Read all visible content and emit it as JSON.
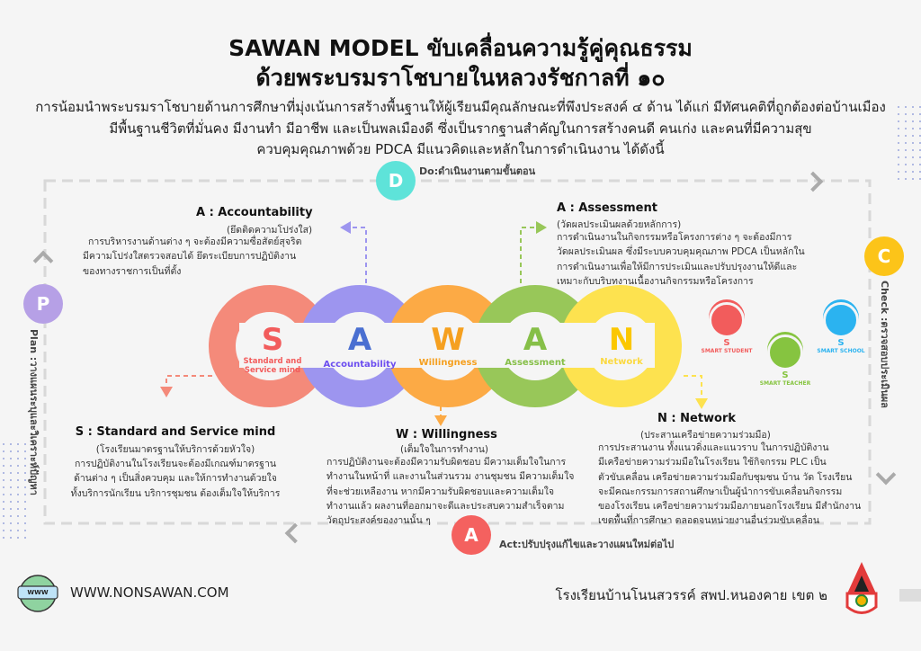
{
  "header": {
    "title_line1": "SAWAN MODEL ขับเคลื่อนความรู้คู่คุณธรรม",
    "title_line2": "ด้วยพระบรมราโชบายในหลวงรัชกาลที่ ๑๐",
    "intro": [
      "การน้อมนำพระบรมราโชบายด้านการศึกษาที่มุ่งเน้นการสร้างพื้นฐานให้ผู้เรียนมีคุณลักษณะที่พึงประสงค์ ๔ ด้าน ได้แก่ มีทัศนคติที่ถูกต้องต่อบ้านเมือง",
      "มีพื้นฐานชีวิตที่มั่นคง มีงานทำ มีอาชีพ และเป็นพลเมืองดี ซึ่งเป็นรากฐานสำคัญในการสร้างคนดี คนเก่ง และคนที่มีความสุข",
      "ควบคุมคุณภาพด้วย PDCA   มีแนวคิดและหลักในการดำเนินงาน ได้ดังนี้"
    ]
  },
  "pdca": {
    "plan": {
      "letter": "P",
      "label": "Plan :วางแผนระบุและวิเคราะห์ปัญหา",
      "color": "#b6a0e6"
    },
    "do": {
      "letter": "D",
      "label": "Do:ดำเนินงานตามขั้นตอน",
      "color": "#5ee3d9"
    },
    "check": {
      "letter": "C",
      "label": "Check :ตรวจสอบประเมินผล",
      "color": "#fcc419"
    },
    "act": {
      "letter": "A",
      "label": "Act:ปรับปรุงแก้ไขและวางแผนใหม่ต่อไป",
      "color": "#f4615f"
    }
  },
  "rings": [
    {
      "letter": "S",
      "label": "Standard and Service mind",
      "ring_color": "#f48a7a",
      "text_color": "#f25c5c"
    },
    {
      "letter": "A",
      "label": "Accountability",
      "ring_color": "#9d95ef",
      "text_color": "#4a6fd1"
    },
    {
      "letter": "W",
      "label": "Willingness",
      "ring_color": "#fcaa45",
      "text_color": "#f5a020"
    },
    {
      "letter": "A",
      "label": "Assessment",
      "ring_color": "#98c759",
      "text_color": "#86bf48"
    },
    {
      "letter": "N",
      "label": "Network",
      "ring_color": "#fde24f",
      "text_color": "#fbc700"
    }
  ],
  "sections": {
    "accountability": {
      "title": "A : Accountability",
      "subtitle": "(ยึดติดความโปร่งใส)",
      "body": [
        "การบริหารงานด้านต่าง ๆ จะต้องมีความซื่อสัตย์สุจริต",
        "มีความโปร่งใสตรวจสอบได้    ยึดระเบียบการปฏิบัติงาน",
        "ของทางราชการเป็นที่ตั้ง"
      ]
    },
    "assessment": {
      "title": "A : Assessment",
      "subtitle": "(วัดผลประเมินผลด้วยหลักการ)",
      "body": [
        "  การดำเนินงานในกิจกรรมหรือโครงการต่าง   ๆ   จะต้องมีการ",
        "วัดผลประเมินผล ซึ่งมีระบบควบคุมคุณภาพ PDCA เป็นหลักใน",
        "การดำเนินงานเพื่อให้มีการประเมินและปรับปรุงงานให้ดีและ",
        "เหมาะกับบริบทงานเนื้องานกิจกรรมหรือโครงการ"
      ]
    },
    "standard": {
      "title": "S : Standard and Service mind",
      "subtitle": "(โรงเรียนมาตรฐานให้บริการด้วยหัวใจ)",
      "body": [
        "การปฏิบัติงานในโรงเรียนจะต้องมีเกณฑ์มาตรฐาน",
        "ด้านต่าง ๆ เป็นสิ่งควบคุม และให้การทำงานด้วยใจ",
        "ทั้งบริการนักเรียน บริการชุมชน ต้องเต็มใจให้บริการ"
      ]
    },
    "willingness": {
      "title": "W : Willingness",
      "subtitle": "(เต็มใจในการทำงาน)",
      "body": [
        "การปฏิบัติงานจะต้องมีความรับผิดชอบ มีความเต็มใจในการ",
        "ทำงานในหน้าที่ และงานในส่วนรวม งานชุมชน มีความเต็มใจ",
        "ที่จะช่วยเหลืองาน หากมีความรับผิดชอบและความเต็มใจ",
        "ทำงานแล้ว ผลงานที่ออกมาจะดีและประสบความสำเร็จตาม",
        "วัตถุประสงค์ของงานนั้น ๆ"
      ]
    },
    "network": {
      "title": "N : Network",
      "subtitle": "(ประสานเครือข่ายความร่วมมือ)",
      "body": [
        "การประสานงาน ทั้งแนวดิ่งและแนวราบ ในการปฏิบัติงาน",
        "มีเครือข่ายความร่วมมือในโรงเรียน ใช้กิจกรรม PLC เป็น",
        "ตัวขับเคลื่อน เครือข่ายความร่วมมือกับชุมชน บ้าน วัด โรงเรียน",
        "จะมีคณะกรรมการสถานศึกษาเป็นผู้นำการขับเคลื่อนกิจกรรม",
        "ของโรงเรียน  เครือข่ายความร่วมมือภายนอกโรงเรียน มีสำนักงาน",
        "เขตพื้นที่การศึกษา ตลอดจนหน่วยงานอื่นร่วมขับเคลื่อน"
      ]
    }
  },
  "smart": [
    {
      "letter": "S",
      "label": "SMART STUDENT",
      "icon": "brain-icon",
      "color": "#f25c5c"
    },
    {
      "letter": "S",
      "label": "SMART TEACHER",
      "icon": "teacher-board-icon",
      "color": "#86c440"
    },
    {
      "letter": "S",
      "label": "SMART SCHOOL",
      "icon": "school-building-icon",
      "color": "#2bb3f0"
    }
  ],
  "footer": {
    "website": "WWW.NONSAWAN.COM",
    "globe_badge": "WWW",
    "school": "โรงเรียนบ้านโนนสวรรค์ สพป.หนองคาย เขต ๒"
  }
}
